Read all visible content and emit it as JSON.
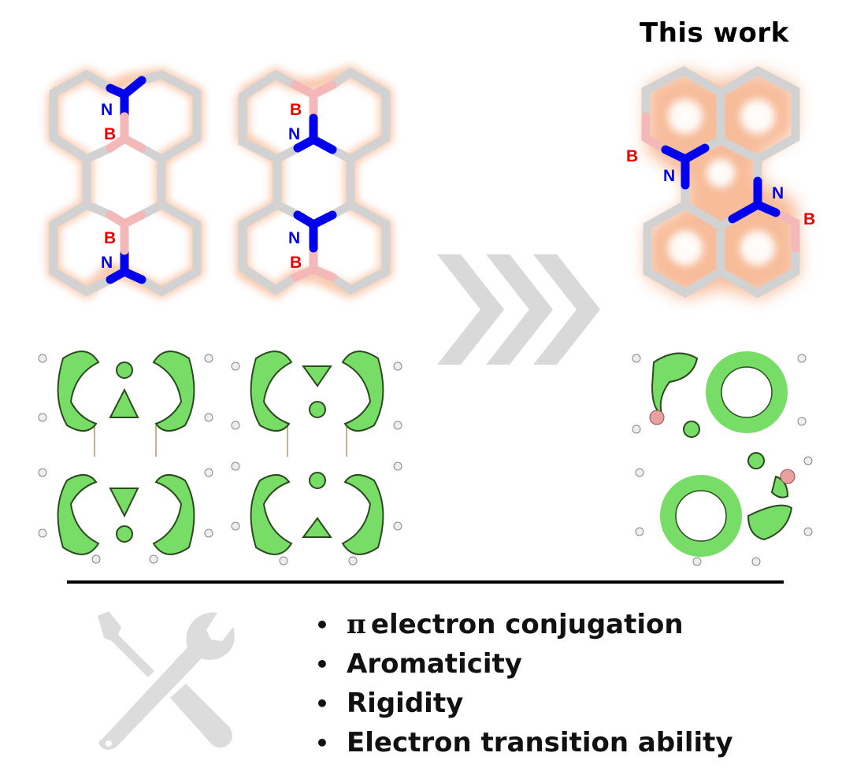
{
  "title": "This work",
  "colors": {
    "nitrogen": "#0000ee",
    "boron_bond": "#f4b8b8",
    "boron_label": "#ee0000",
    "carbon_bond": "#d2d2d2",
    "glow": "#f4a070",
    "isosurface": "#77dd66",
    "arrow": "#d9d9d9",
    "tools_icon": "#dcdcdc"
  },
  "molecules": [
    {
      "name": "reference-1",
      "labels": [
        {
          "text": "N",
          "element": "nitrogen"
        },
        {
          "text": "B",
          "element": "boron"
        },
        {
          "text": "B",
          "element": "boron"
        },
        {
          "text": "N",
          "element": "nitrogen"
        }
      ]
    },
    {
      "name": "reference-2",
      "labels": [
        {
          "text": "B",
          "element": "boron"
        },
        {
          "text": "N",
          "element": "nitrogen"
        },
        {
          "text": "N",
          "element": "nitrogen"
        },
        {
          "text": "B",
          "element": "boron"
        }
      ]
    },
    {
      "name": "this-work",
      "labels": [
        {
          "text": "B",
          "element": "boron"
        },
        {
          "text": "N",
          "element": "nitrogen"
        },
        {
          "text": "N",
          "element": "nitrogen"
        },
        {
          "text": "B",
          "element": "boron"
        }
      ]
    }
  ],
  "arrow_icon": "triple-chevron-right-icon",
  "tools_icon": "screwdriver-wrench-icon",
  "properties": [
    {
      "prefix": "π",
      "text": "electron conjugation"
    },
    {
      "prefix": "",
      "text": "Aromaticity"
    },
    {
      "prefix": "",
      "text": "Rigidity"
    },
    {
      "prefix": "",
      "text": "Electron transition ability"
    }
  ],
  "bullet_char": "•"
}
